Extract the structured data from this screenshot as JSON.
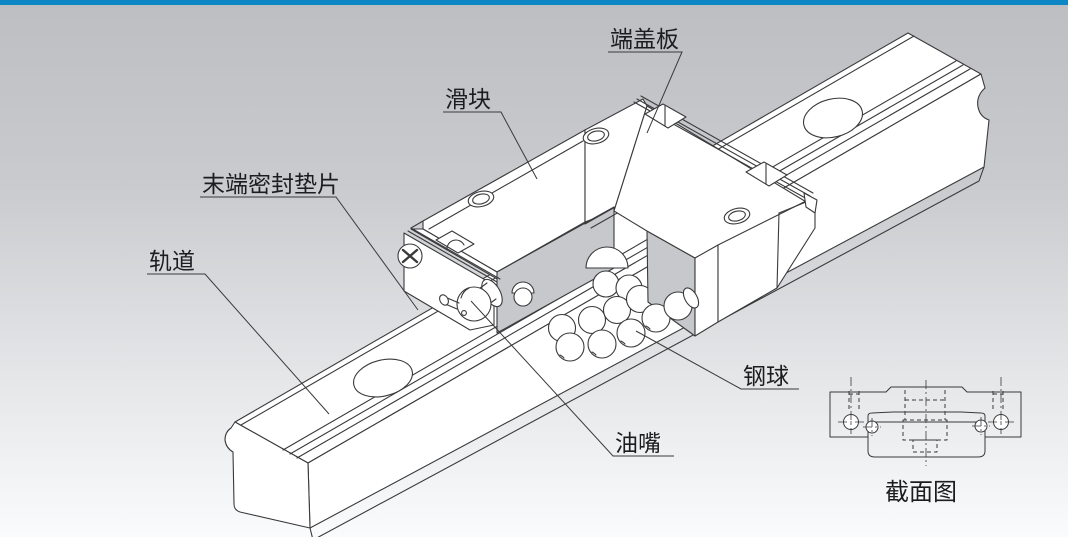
{
  "page": {
    "top_bar_color": "#0d86c6",
    "background_top": "#bcbec2",
    "background_bottom": "#fafbfc",
    "line_color": "#3a3a3c",
    "shade_color": "#c6c8cc"
  },
  "diagram": {
    "title_hint": "linear-guide-exploded-view",
    "labels": {
      "end_cap_plate": "端盖板",
      "slider_block": "滑块",
      "end_seal_gasket": "末端密封垫片",
      "rail": "轨道",
      "steel_ball": "钢球",
      "grease_nipple": "油嘴"
    },
    "inset_caption": "截面图"
  }
}
